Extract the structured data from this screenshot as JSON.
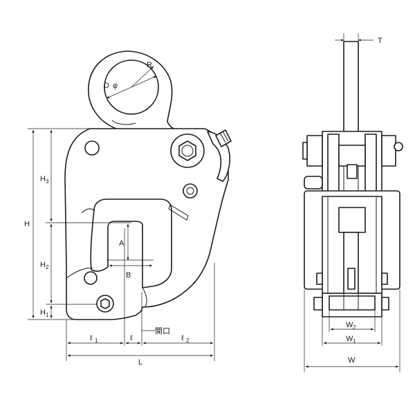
{
  "labels": {
    "R": "R",
    "D": "D",
    "phi": "φ",
    "H": "H",
    "H3": "H",
    "H3_sub": "3",
    "H2": "H",
    "H2_sub": "2",
    "H1": "H",
    "H1_sub": "1",
    "A": "A",
    "B": "B",
    "opening": "開口",
    "l1": "ℓ",
    "l1_sub": "1",
    "l": "ℓ",
    "l2": "ℓ",
    "l2_sub": "2",
    "L": "L",
    "T": "T",
    "W2": "W",
    "W2_sub": "2",
    "W1": "W",
    "W1_sub": "1",
    "W": "W"
  }
}
